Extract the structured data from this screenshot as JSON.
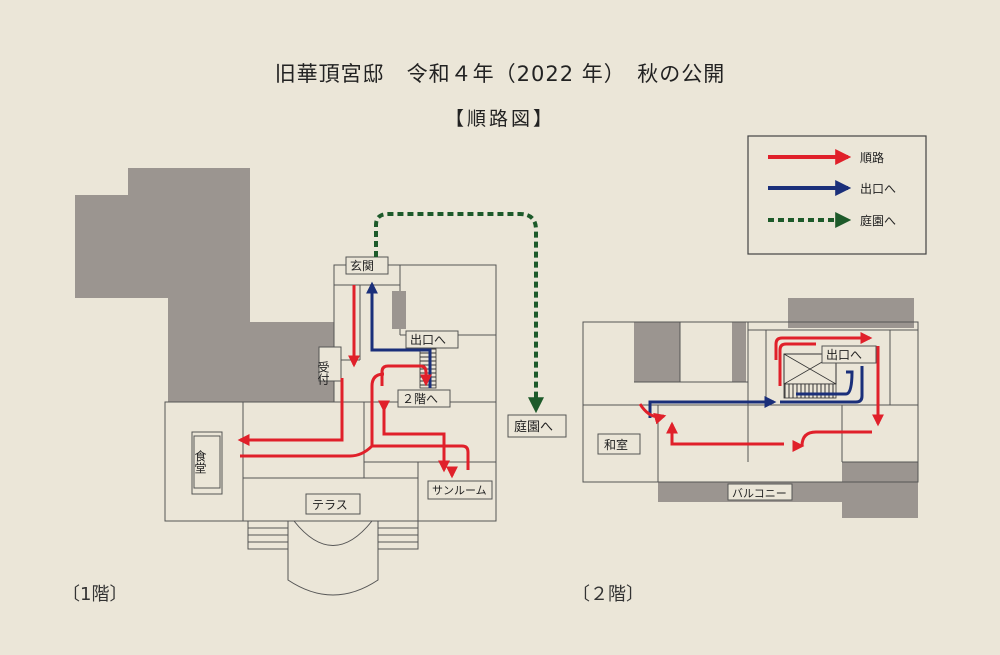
{
  "header": {
    "title": "旧華頂宮邸　令和４年（2022 年）　秋の公開",
    "subtitle": "【順路図】"
  },
  "legend": [
    {
      "label": "順路",
      "color": "#e0202a",
      "style": "solid"
    },
    {
      "label": "出口へ",
      "color": "#1a2f7a",
      "style": "solid"
    },
    {
      "label": "庭園へ",
      "color": "#1d5a2a",
      "style": "dashed"
    }
  ],
  "floor1": {
    "label": "〔1階〕",
    "rooms": {
      "entrance": "玄関",
      "reception": "受付",
      "exit": "出口へ",
      "upstairs": "２階へ",
      "dining": "食堂",
      "terrace": "テラス",
      "sunroom": "サンルーム",
      "garden": "庭園へ"
    }
  },
  "floor2": {
    "label": "〔２階〕",
    "rooms": {
      "exit": "出口へ",
      "washitsu": "和室",
      "balcony": "バルコニー"
    }
  },
  "colors": {
    "route": "#e0202a",
    "exit": "#1a2f7a",
    "garden": "#1d5a2a",
    "gray_area": "#9b9590",
    "wall": "#555"
  }
}
